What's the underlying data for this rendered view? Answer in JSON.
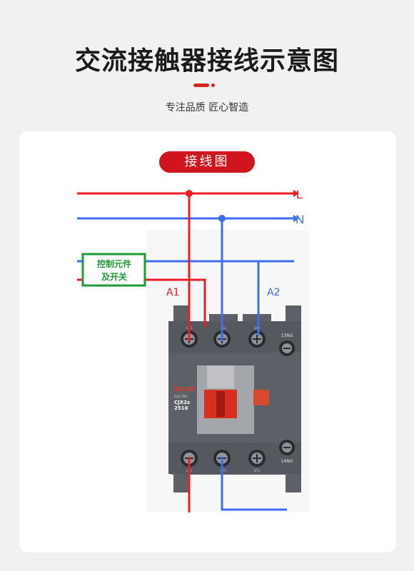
{
  "header": {
    "title": "交流接触器接线示意图",
    "subtitle": "专注品质 匠心智造"
  },
  "badge": {
    "label": "接线图"
  },
  "diagram": {
    "line_label": "L",
    "neutral_label": "N",
    "control_box": {
      "line1": "控制元件",
      "line2": "及开关"
    },
    "coil_a1": "A1",
    "coil_a2": "A2",
    "contactor": {
      "brand": "DELIXI",
      "model_small": "ELECTRIC",
      "model": "CJX2s",
      "rating": "2510",
      "aux_top": "13NO",
      "aux_bottom": "14NO",
      "top_terminals": [
        "1/L1",
        "3/L2",
        "5/L3"
      ],
      "bottom_terminals": [
        "2/T1",
        "4/T2",
        "6/T3"
      ]
    }
  },
  "colors": {
    "accent": "#d0151f",
    "live": "#ee1c25",
    "neutral": "#3b6ef0",
    "box_green": "#1f9b33",
    "body_gray": "#5d6067"
  }
}
